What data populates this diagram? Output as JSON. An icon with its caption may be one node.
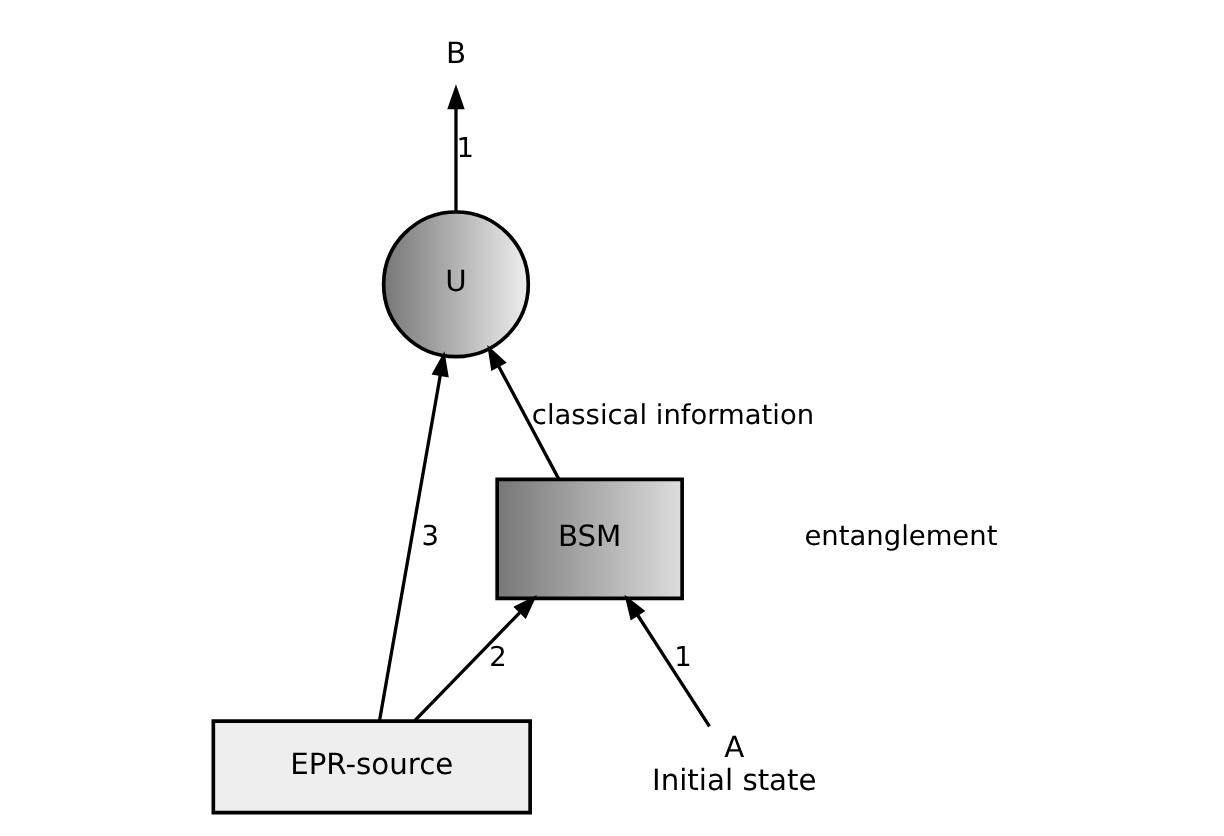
{
  "diagram": {
    "nodes": [
      {
        "text": [
          "BSM"
        ]
      },
      {
        "text": [
          "U"
        ]
      },
      {
        "text": [
          "EPR-source"
        ]
      },
      {
        "text": [
          "A",
          "Initial state"
        ]
      },
      {
        "text": [
          "B"
        ]
      }
    ],
    "edges": [
      {
        "from": 3,
        "to": 0,
        "arrow": "to",
        "label": "1"
      },
      {
        "from": 2,
        "to": 0,
        "arrow": "to",
        "label": "2"
      },
      {
        "from": 2,
        "to": 1,
        "arrow": "to",
        "label": "3"
      },
      {
        "from": 0,
        "to": 1,
        "arrow": "to",
        "label": "classical information"
      },
      {
        "from": 1,
        "to": 4,
        "arrow": "to",
        "label": "1"
      }
    ],
    "labels": [
      "entanglement"
    ]
  }
}
